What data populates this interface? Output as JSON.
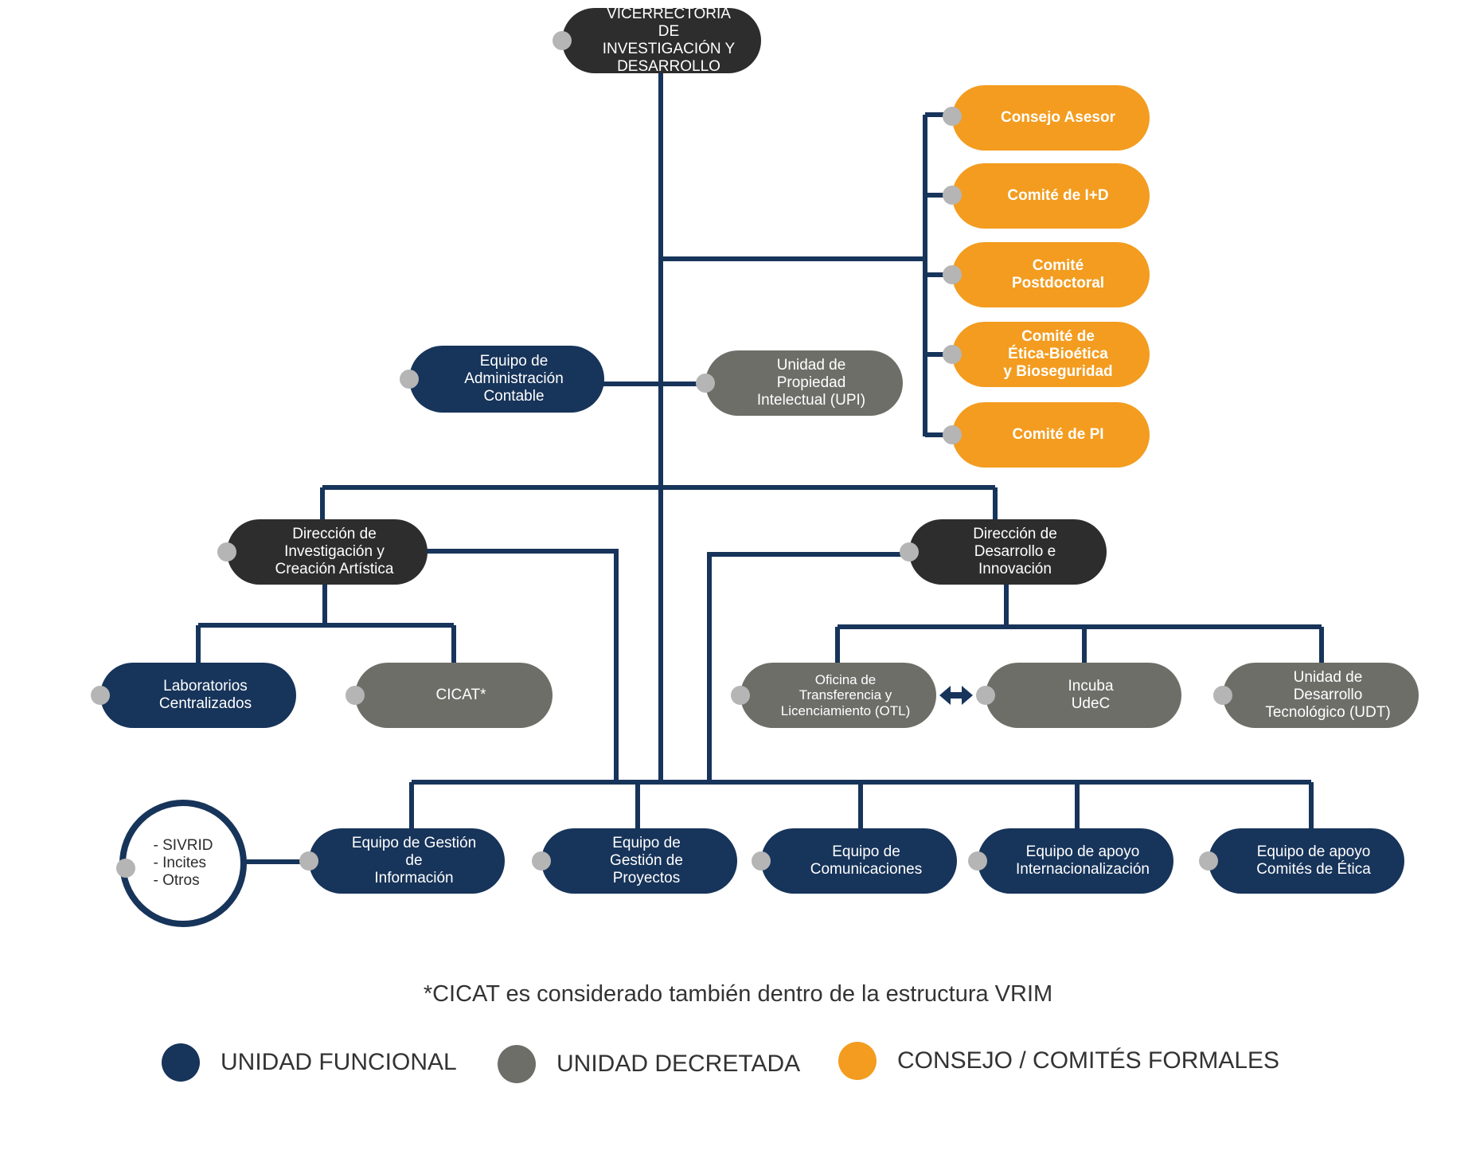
{
  "nodes": {
    "vicerrectoria": "VICERRECTORÍA DE\nINVESTIGACIÓN Y\nDESARROLLO",
    "consejo_asesor": "Consejo Asesor",
    "comite_id": "Comité de I+D",
    "comite_postdoctoral": "Comité\nPostdoctoral",
    "comite_etica": "Comité de\nÉtica-Bioética\ny Bioseguridad",
    "comite_pi": "Comité de PI",
    "equipo_admin": "Equipo de\nAdministración\nContable",
    "upi": "Unidad de Propiedad\nIntelectual (UPI)",
    "direccion_investigacion": "Dirección de\nInvestigación y\nCreación Artística",
    "direccion_desarrollo": "Dirección de\nDesarrollo e\nInnovación",
    "laboratorios": "Laboratorios\nCentralizados",
    "cicat": "CICAT*",
    "otl": "Oficina de\nTransferencia y\nLicenciamiento (OTL)",
    "incuba": "Incuba\nUdeC",
    "udt": "Unidad de\nDesarrollo\nTecnológico (UDT)",
    "gestion_info": "Equipo de Gestión de\nInformación",
    "gestion_proyectos": "Equipo de\nGestión de\nProyectos",
    "comunicaciones": "Equipo de\nComunicaciones",
    "internacionalizacion": "Equipo de apoyo\nInternacionalización",
    "comites_etica_apoyo": "Equipo de apoyo\nComités de Ética",
    "sistemas": "- SIVRID\n - Incites\n - Otros"
  },
  "footnote": "*CICAT es considerado también dentro de la estructura VRIM",
  "legend": [
    {
      "label": "UNIDAD FUNCIONAL",
      "color": "#17345a"
    },
    {
      "label": "UNIDAD DECRETADA",
      "color": "#6e6e69"
    },
    {
      "label": "CONSEJO / COMITÉS FORMALES",
      "color": "#f39c1f"
    }
  ],
  "colors": {
    "line": "#17345a",
    "dark_node": "#2d2d2d",
    "functional": "#17345a",
    "decreed": "#6e6e69",
    "committee": "#f39c1f",
    "connector_dot": "#b5b5b5"
  }
}
